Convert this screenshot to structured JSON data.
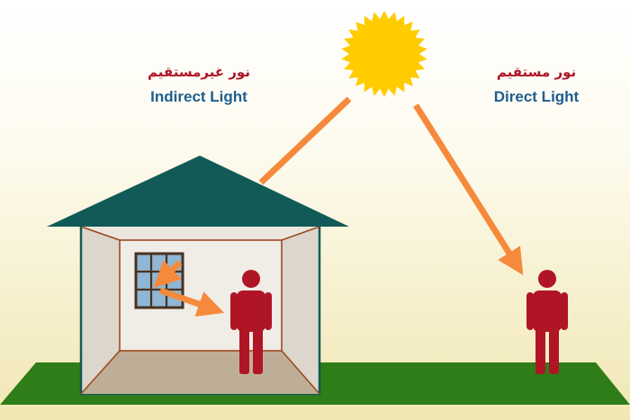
{
  "labels": {
    "indirect_ar": "نور غیرمستقیم",
    "indirect_en": "Indirect Light",
    "direct_ar": "نور مستقیم",
    "direct_en": "Direct Light"
  },
  "colors": {
    "background_top": "#ffffff",
    "background_bottom": "#f1e7b4",
    "grass": "#2f7d18",
    "roof": "#125a57",
    "house_outline": "#125a57",
    "wall_side": "#dcd6cc",
    "wall_back": "#f0ece6",
    "floor": "#bfae97",
    "ceiling": "#ece7de",
    "room_edges": "#9c4a1e",
    "window_frame": "#4a3220",
    "window_glass": "#8fb6d4",
    "arrow": "#f58a3c",
    "person": "#b01526",
    "sun": "#ffcc00",
    "text_en": "#1f5e8f",
    "text_ar": "#b01526"
  },
  "icons": [
    "sun-icon",
    "person-icon"
  ]
}
